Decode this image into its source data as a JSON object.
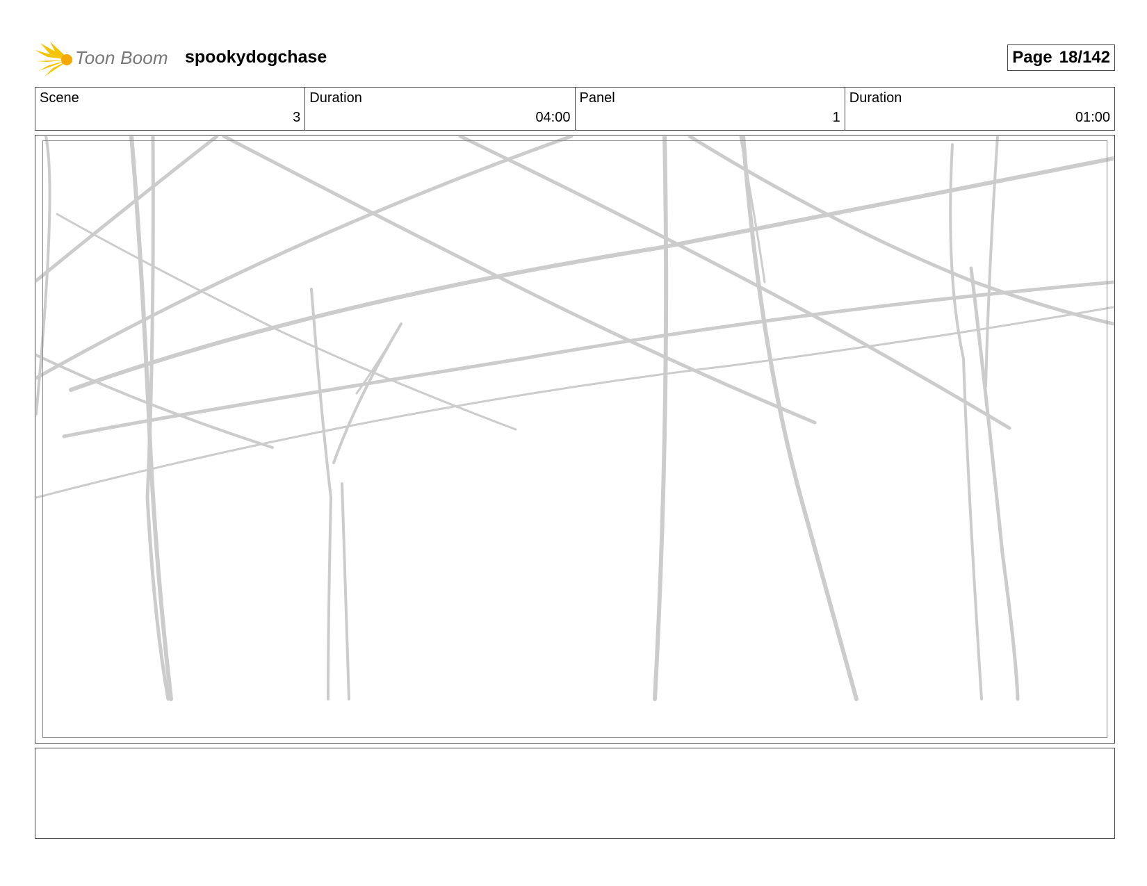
{
  "header": {
    "logo_text": "Toon Boom",
    "project_title": "spookydogchase",
    "page_label": "Page",
    "page_number": "18/142"
  },
  "info": {
    "scene_label": "Scene",
    "scene_value": "3",
    "scene_duration_label": "Duration",
    "scene_duration_value": "04:00",
    "panel_label": "Panel",
    "panel_value": "1",
    "panel_duration_label": "Duration",
    "panel_duration_value": "01:00"
  },
  "colors": {
    "logo_yellow": "#F5C400",
    "sketch_gray": "#cccccc"
  }
}
